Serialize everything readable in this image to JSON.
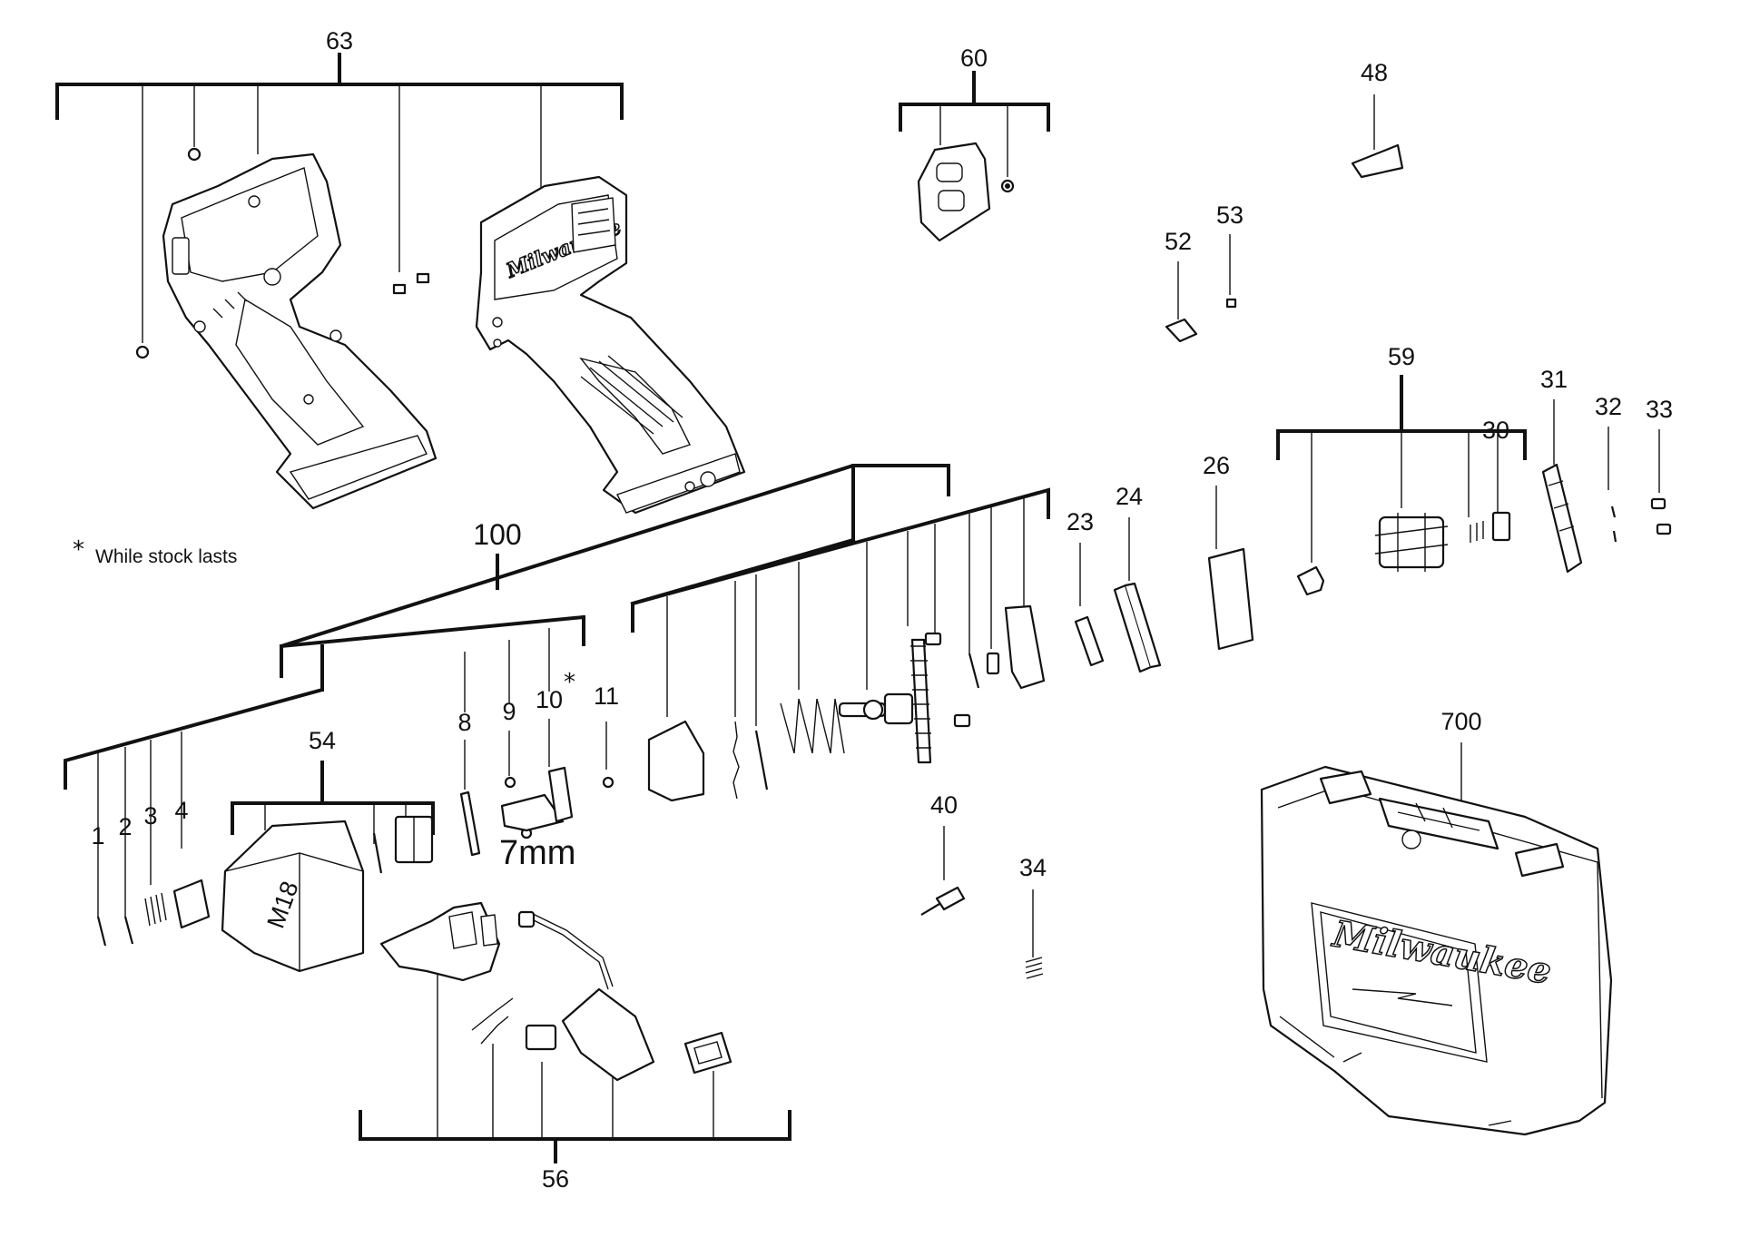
{
  "labels": {
    "p63": "63",
    "p60": "60",
    "p48": "48",
    "p52": "52",
    "p53": "53",
    "p59": "59",
    "p31": "31",
    "p30": "30",
    "p32": "32",
    "p33": "33",
    "p26": "26",
    "p24": "24",
    "p23": "23",
    "p100": "100",
    "p54": "54",
    "p1": "1",
    "p2": "2",
    "p3": "3",
    "p4": "4",
    "p8": "8",
    "p9": "9",
    "p10": "10",
    "p11": "11",
    "p40": "40",
    "p34": "34",
    "p700": "700",
    "p56": "56"
  },
  "note": {
    "star": "*",
    "text": "While stock lasts"
  },
  "part10_star": "*",
  "size_7mm": "7mm",
  "brand": {
    "housing": "Milwaukee",
    "case": "Milwaukee",
    "motor": "M18"
  }
}
